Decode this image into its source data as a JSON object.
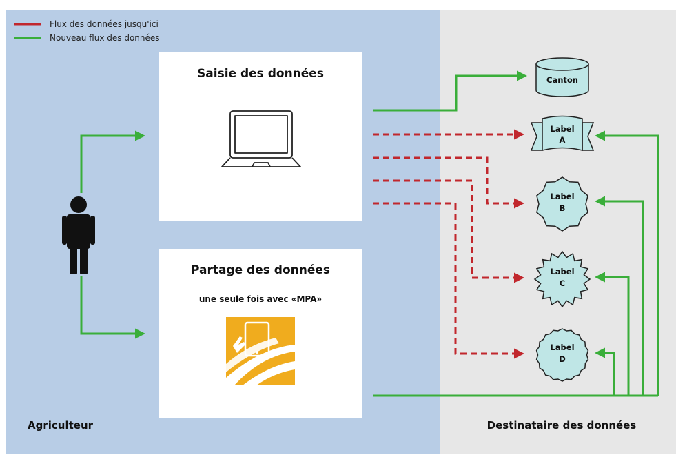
{
  "legend": {
    "old_flow": "Flux des données jusqu'ici",
    "new_flow": "Nouveau flux des données"
  },
  "colors": {
    "left_zone": "#b8cde6",
    "right_zone": "#e7e7e7",
    "panel": "#ffffff",
    "old_flow": "#c1272d",
    "new_flow": "#3aae3a",
    "node_fill": "#bfe6e6",
    "app_icon": "#f0ac1e"
  },
  "panels": {
    "entry": {
      "title": "Saisie des données"
    },
    "sharing": {
      "title": "Partage des données",
      "subtitle": "une seule fois avec «MPA»"
    }
  },
  "zones": {
    "farmer": "Agriculteur",
    "recipient": "Destinataire des données"
  },
  "nodes": {
    "canton": "Canton",
    "label_a": {
      "line1": "Label",
      "line2": "A"
    },
    "label_b": {
      "line1": "Label",
      "line2": "B"
    },
    "label_c": {
      "line1": "Label",
      "line2": "C"
    },
    "label_d": {
      "line1": "Label",
      "line2": "D"
    }
  },
  "icons": {
    "person": "person-icon",
    "laptop": "laptop-icon",
    "app": "tablet-app-icon"
  }
}
